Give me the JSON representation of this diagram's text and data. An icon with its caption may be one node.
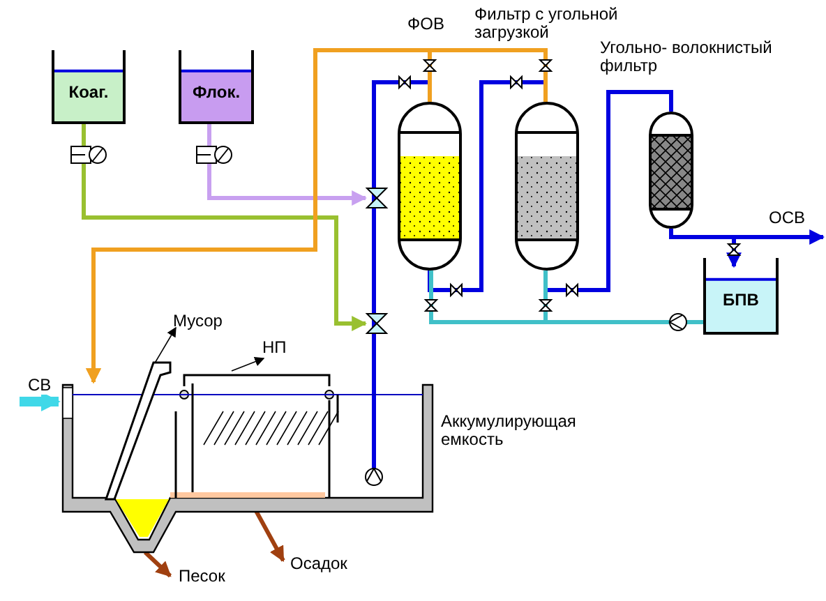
{
  "diagram": {
    "nodes": [
      {
        "text": [
          "Коаг."
        ]
      },
      {
        "text": [
          "Флок."
        ]
      },
      {
        "text": [],
        "shape": "cylinder"
      },
      {
        "text": [],
        "shape": "cylinder",
        "beside": [
          "Фильтр с угольной загрузкой"
        ]
      },
      {
        "text": [],
        "shape": "cylinder",
        "beside": [
          "Угольно- волокнистый фильтр"
        ]
      },
      {
        "text": [
          "БПВ"
        ]
      },
      {
        "text": [],
        "shape": "box",
        "beside": [
          "Аккумулирующая емкость"
        ]
      },
      {
        "text": [
          "Мусор"
        ]
      },
      {
        "text": [],
        "shape": "bar"
      },
      {
        "text": [
          "НП"
        ]
      },
      {
        "text": [],
        "shape": "box"
      }
    ],
    "edges": [
      {
        "from": 6,
        "to": 2,
        "arrow": "none"
      },
      {
        "from": 2,
        "to": 3,
        "arrow": "none"
      },
      {
        "from": 3,
        "to": 4,
        "arrow": "none"
      },
      {
        "from": 4,
        "to": null,
        "arrow": "to",
        "label": "ОСВ"
      },
      {
        "from": 4,
        "to": 5,
        "arrow": "to"
      },
      {
        "from": 5,
        "to": 2,
        "arrow": "none",
        "color": "#40c0c8"
      },
      {
        "from": 5,
        "to": 3,
        "arrow": "none",
        "color": "#40c0c8"
      },
      {
        "from": 0,
        "to": null,
        "arrow": "to",
        "color": "#99c030"
      },
      {
        "from": 1,
        "to": 2,
        "arrow": "to",
        "color": "#c8a0f0"
      },
      {
        "from": 2,
        "to": 6,
        "arrow": "to",
        "label": "ФОВ",
        "color": "#f0a020"
      },
      {
        "from": 3,
        "to": 6,
        "arrow": "to",
        "color": "#f0a020"
      },
      {
        "from": null,
        "to": 6,
        "arrow": "to",
        "label": "СВ",
        "style": "thick",
        "color": "#40d8e8"
      },
      {
        "from": 6,
        "to": null,
        "arrow": "to",
        "label": "Осадок",
        "color": "#a04010"
      },
      {
        "from": 6,
        "to": null,
        "arrow": "to",
        "label": "Песок",
        "color": "#a04010"
      },
      {
        "from": 8,
        "to": 7,
        "arrow": "to",
        "color": "#000000"
      },
      {
        "from": 10,
        "to": 9,
        "arrow": "to",
        "color": "#000000"
      }
    ]
  }
}
